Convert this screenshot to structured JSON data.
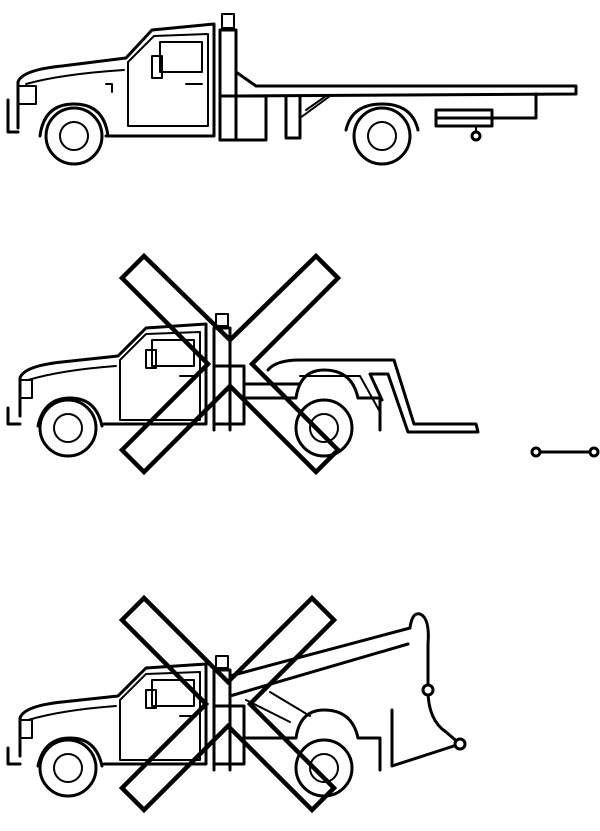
{
  "diagram": {
    "panels": [
      {
        "vehicle": "flatbed-truck",
        "status": "allowed"
      },
      {
        "vehicle": "wheel-lift-truck",
        "status": "prohibited"
      },
      {
        "vehicle": "sling-tow-truck",
        "status": "prohibited"
      }
    ]
  },
  "colors": {
    "line": "#000000",
    "background": "#ffffff"
  }
}
